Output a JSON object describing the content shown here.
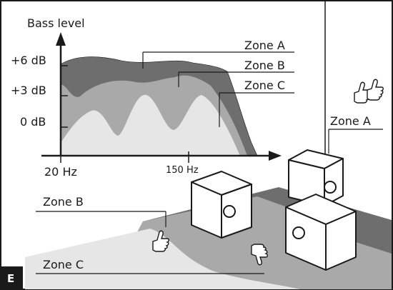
{
  "chart": {
    "ylabel": "Bass level",
    "yticks": [
      "+6 dB",
      "+3 dB",
      "0 dB"
    ],
    "xticks": [
      "20 Hz",
      "150 Hz"
    ],
    "zone_labels": [
      "Zone A",
      "Zone B",
      "Zone C"
    ]
  },
  "room": {
    "zone_a": "Zone A",
    "zone_b": "Zone B",
    "zone_c": "Zone C"
  },
  "corner_tag": "E",
  "colors": {
    "zone_a": "#6e6e6e",
    "zone_b": "#a9a9a9",
    "zone_c": "#e6e6e6",
    "line": "#1a1a1a"
  },
  "icons": [
    "thumbs-up-icon",
    "thumbs-up-icon",
    "thumbs-down-icon"
  ]
}
